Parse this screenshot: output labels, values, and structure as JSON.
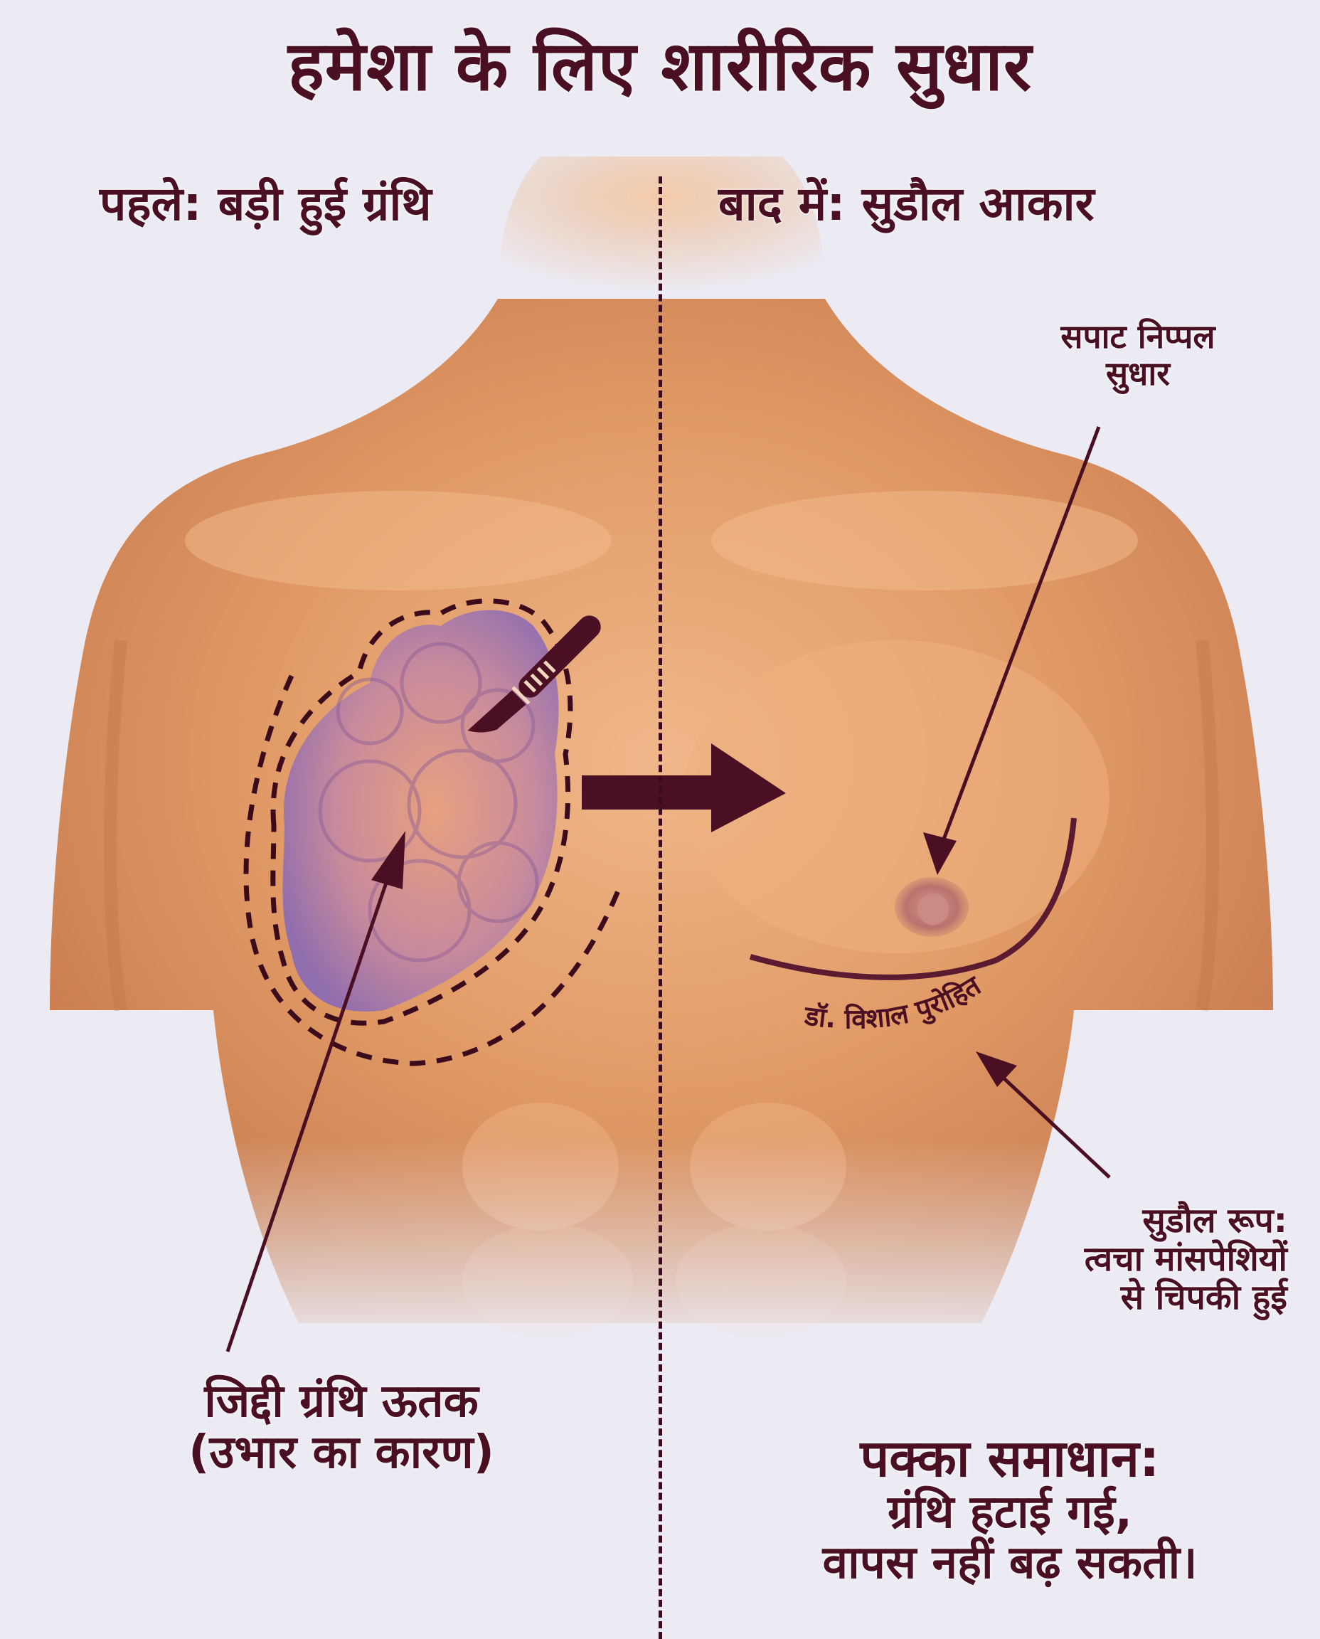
{
  "title": "हमेशा के लिए शारीरिक सुधार",
  "panels": {
    "before": {
      "heading": "पहले: बड़ी हुई ग्रंथि"
    },
    "after": {
      "heading": "बाद में: सुडौल आकार"
    }
  },
  "labels": {
    "nipple": {
      "line1": "सपाट निप्पल",
      "line2": "सुधार"
    },
    "signature": "डॉ. विशाल पुरोहित",
    "contour": {
      "line1": "सुडौल रूप:",
      "line2": "त्वचा मांसपेशियों",
      "line3": "से चिपकी हुई"
    },
    "tissue": {
      "line1": "जिद्दी ग्रंथि ऊतक",
      "line2": "(उभार का कारण)"
    },
    "solution": {
      "line1": "पक्का समाधान:",
      "line2": "ग्रंथि हटाई गई,",
      "line3": "वापस नहीं बढ़ सकती।"
    }
  },
  "icons": {
    "scalpel": "scalpel-icon",
    "transform_arrow": "right-arrow-icon"
  },
  "colors": {
    "background": "#ecebf3",
    "text": "#4a0f22",
    "skin": "#e3a070",
    "skin_shadow": "#c97a4c",
    "gland": "#a77bb0",
    "accent": "#4a0f22"
  }
}
